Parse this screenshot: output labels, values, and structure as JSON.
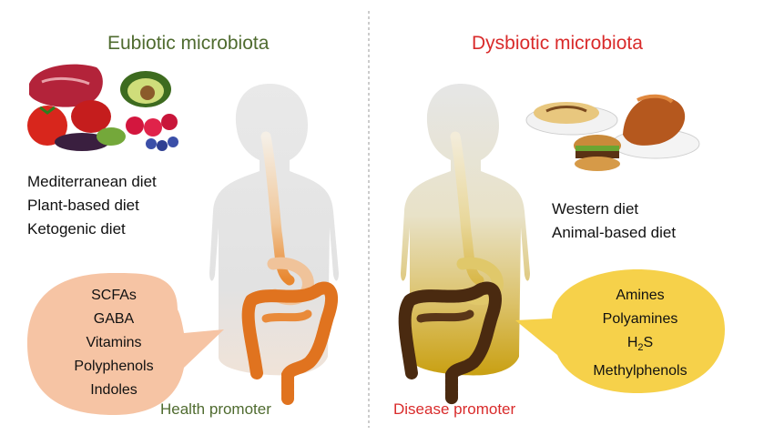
{
  "colors": {
    "eubiotic_title": "#4f6b2f",
    "dysbiotic_title": "#d92b2b",
    "health_promoter": "#4f6b2f",
    "disease_promoter": "#d92b2b",
    "left_bubble": "#f6c4a4",
    "right_bubble": "#f6d14a",
    "body_silhouette": "#e3e3e3",
    "healthy_gut": "#e0731f",
    "diseased_gut": "#4a2a10",
    "divider": "#aaaaaa"
  },
  "left": {
    "title": "Eubiotic microbiota",
    "food_icon": "fruits-vegetables-meat-icon",
    "diets": [
      "Mediterranean diet",
      "Plant-based diet",
      "Ketogenic diet"
    ],
    "metabolites": [
      "SCFAs",
      "GABA",
      "Vitamins",
      "Polyphenols",
      "Indoles"
    ],
    "promoter": "Health promoter"
  },
  "right": {
    "title": "Dysbiotic microbiota",
    "food_icon": "fast-food-roast-chicken-icon",
    "diets": [
      "Western diet",
      "Animal-based diet"
    ],
    "metabolites_before": [
      "Amines",
      "Polyamines"
    ],
    "h2s": {
      "base": "H",
      "sub": "2",
      "tail": "S"
    },
    "metabolites_after": [
      "Methylphenols"
    ],
    "promoter": "Disease promoter"
  }
}
